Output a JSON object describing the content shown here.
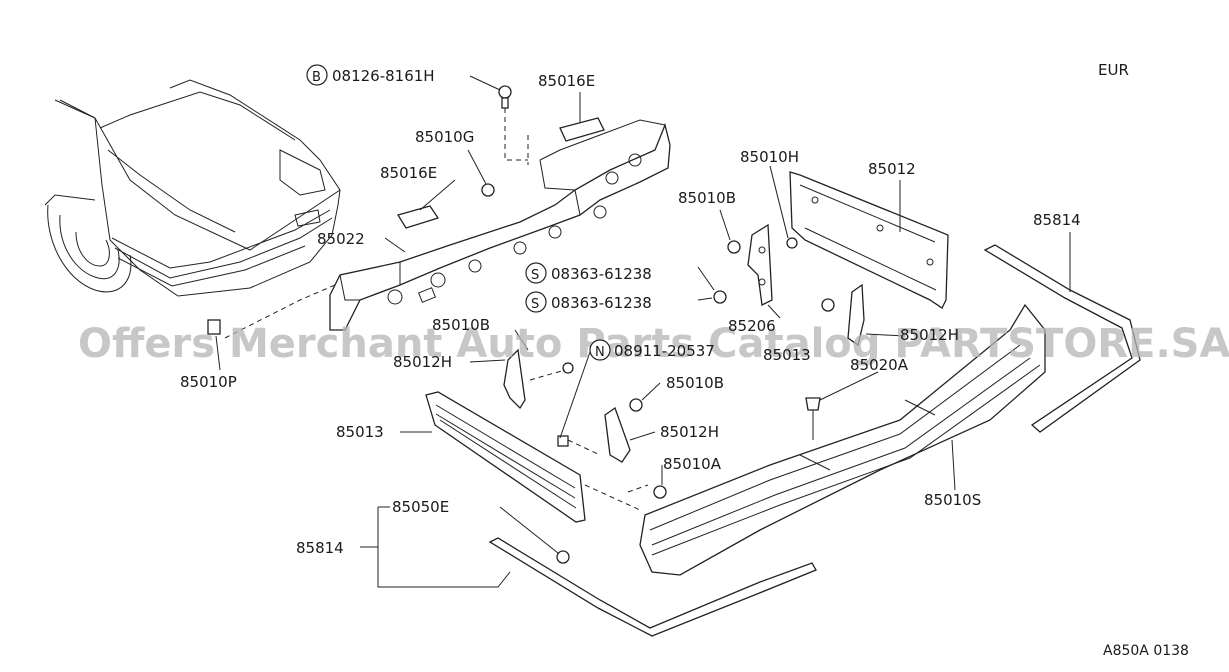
{
  "region": "EUR",
  "figure_code": "A850A 0138",
  "watermark": "Offers Merchant Auto Parts Catalog PARTSTORE.SA",
  "callouts": {
    "bolt_b": "08126-8161H",
    "bolt_b_prefix": "B",
    "p_85016E_top": "85016E",
    "p_85010G": "85010G",
    "p_85016E_mid": "85016E",
    "p_85022": "85022",
    "p_85010P": "85010P",
    "screw_s1": "08363-61238",
    "screw_s1_prefix": "S",
    "screw_s2": "08363-61238",
    "screw_s2_prefix": "S",
    "p_85010B_left": "85010B",
    "p_85012H_left": "85012H",
    "nut_n": "08911-20537",
    "nut_n_prefix": "N",
    "p_85010H": "85010H",
    "p_85010B_center": "85010B",
    "p_85012": "85012",
    "p_85206": "85206",
    "p_85012H_right": "85012H",
    "p_85013_right": "85013",
    "p_85020A": "85020A",
    "p_85010B_lower": "85010B",
    "p_85012H_lower": "85012H",
    "p_85010A": "85010A",
    "p_85013_left": "85013",
    "p_85050E": "85050E",
    "p_85814_left": "85814",
    "p_85814_right": "85814",
    "p_85010S": "85010S"
  }
}
